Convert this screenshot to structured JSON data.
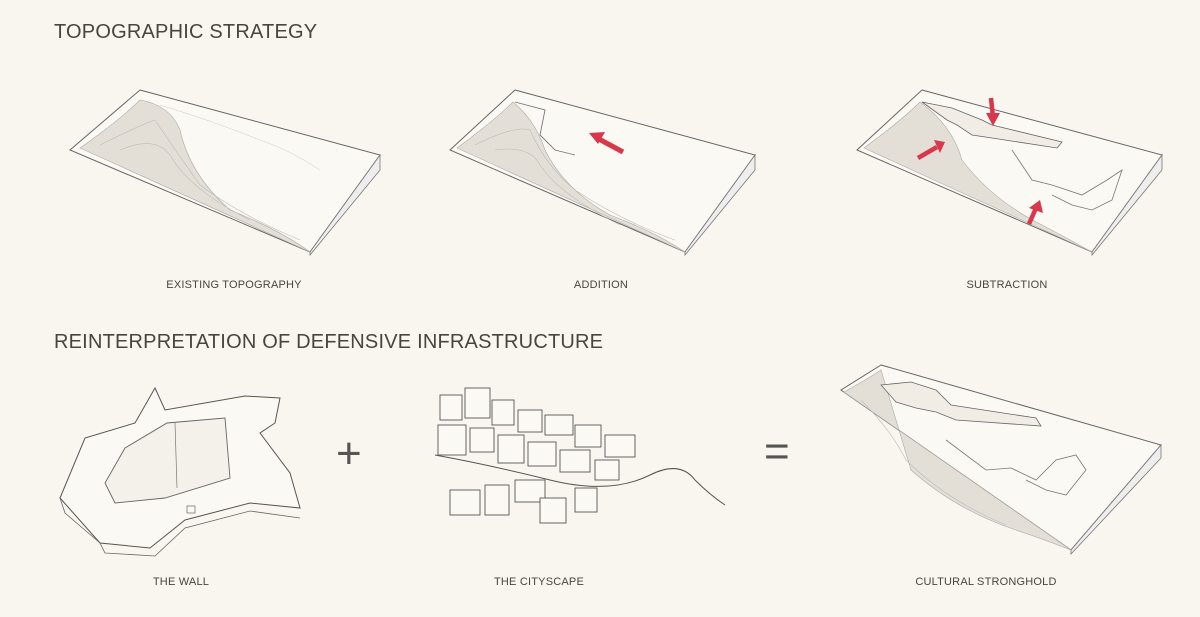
{
  "sections": [
    {
      "title": "TOPOGRAPHIC STRATEGY",
      "diagrams": [
        {
          "caption": "EXISTING TOPOGRAPHY"
        },
        {
          "caption": "ADDITION"
        },
        {
          "caption": "SUBTRACTION"
        }
      ]
    },
    {
      "title": "REINTERPRETATION OF DEFENSIVE INFRASTRUCTURE",
      "diagrams": [
        {
          "caption": "THE WALL"
        },
        {
          "caption": "THE CITYSCAPE"
        },
        {
          "caption": "CULTURAL STRONGHOLD"
        }
      ],
      "operators": [
        "+",
        "="
      ]
    }
  ],
  "colors": {
    "background": "#f9f6ef",
    "line": "#555555",
    "terrain": "#e2ddd4",
    "arrow": "#d9374b"
  }
}
